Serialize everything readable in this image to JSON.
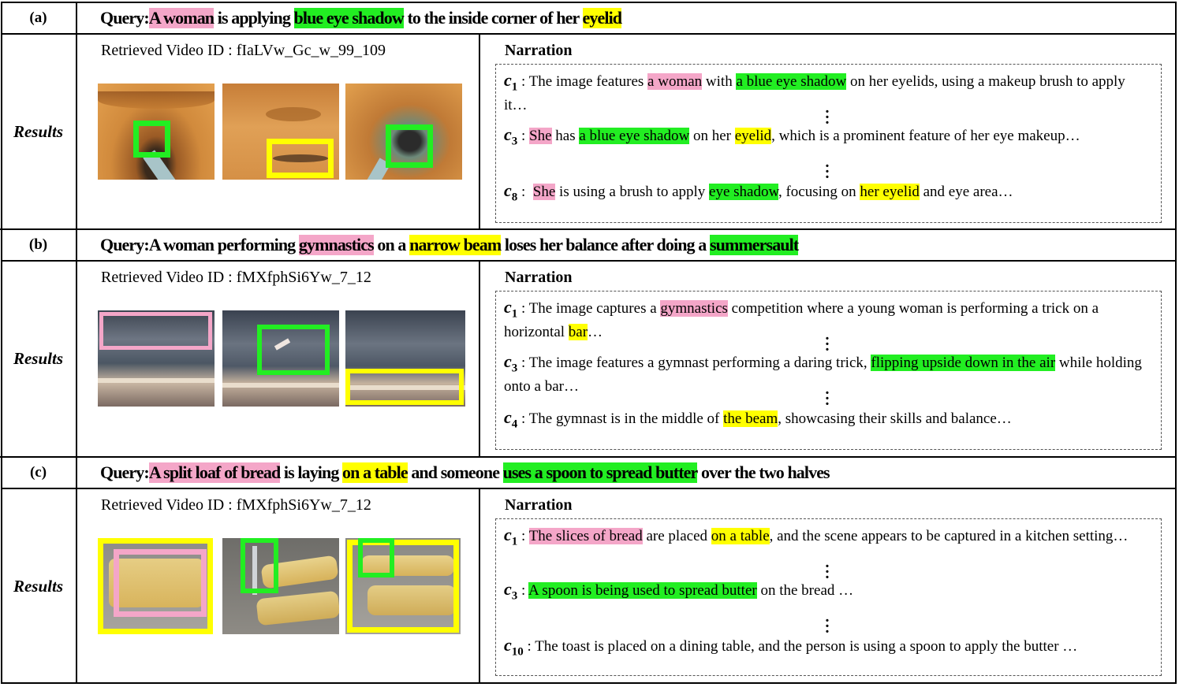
{
  "sections": [
    {
      "label": "(a)",
      "query": {
        "prefix": "Query: ",
        "p1": "A woman",
        "t1": " is applying ",
        "g1": "blue eye shadow",
        "t2": " to the inside corner of her ",
        "y1": "eyelid"
      },
      "results_label": "Results",
      "video_id": "Retrieved Video ID : fIaLVw_Gc_w_99_109",
      "narration_title": "Narration",
      "captions": [
        {
          "cap": "c",
          "sub": "1",
          "sep": " : ",
          "a": "The image features ",
          "h1": "a woman",
          "b": " with ",
          "h2": "a blue eye shadow",
          "c": " on her eyelids, using a makeup brush to apply it…"
        },
        {
          "cap": "c",
          "sub": "3",
          "sep": " : ",
          "h1": "She",
          "a": " has ",
          "h2": "a blue eye shadow",
          "b": " on her ",
          "h3": "eyelid",
          "c": ", which is a prominent feature of her eye makeup…"
        },
        {
          "cap": "c",
          "sub": "8",
          "sep": " :  ",
          "h1": "She",
          "a": " is using a brush to apply ",
          "h2": "eye shadow",
          "b": ", focusing on ",
          "h3": "her eyelid",
          "c": " and eye area…"
        }
      ]
    },
    {
      "label": "(b)",
      "query": {
        "prefix": "Query: ",
        "t0": "A woman performing ",
        "p1": "gymnastics",
        "t1": " on a ",
        "y1": "narrow beam",
        "t2": " loses her balance after doing a ",
        "g1": "summersault"
      },
      "results_label": "Results",
      "video_id": "Retrieved Video ID : fMXfphSi6Yw_7_12",
      "narration_title": "Narration",
      "captions": [
        {
          "cap": "c",
          "sub": "1",
          "sep": " : ",
          "a": "The image captures a ",
          "h1": "gymnastics",
          "b": " competition where a young woman is performing a trick on a horizontal ",
          "h2": "bar",
          "c": "…"
        },
        {
          "cap": "c",
          "sub": "3",
          "sep": " : ",
          "a": "The image features a gymnast performing a daring trick, ",
          "h1": "flipping upside down in the air",
          "b": " while holding onto a bar…"
        },
        {
          "cap": "c",
          "sub": "4",
          "sep": " : ",
          "a": "The gymnast is in the middle of ",
          "h1": "the beam",
          "b": ", showcasing their skills and balance…"
        }
      ]
    },
    {
      "label": "(c)",
      "query": {
        "prefix": "Query: ",
        "p1": "A split loaf of bread",
        "t1": " is laying ",
        "y1": "on a table",
        "t2": " and someone ",
        "g1": "uses a spoon to spread butter",
        "t3": " over the two halves"
      },
      "results_label": "Results",
      "video_id": "Retrieved Video ID : fMXfphSi6Yw_7_12",
      "narration_title": "Narration",
      "captions": [
        {
          "cap": "c",
          "sub": "1",
          "sep": " : ",
          "h1": "The slices of bread",
          "a": " are placed ",
          "h2": "on a table",
          "b": ", and the scene appears to be captured in a kitchen setting…"
        },
        {
          "cap": "c",
          "sub": "3",
          "sep": " : ",
          "h1": "A spoon is being used to spread butter",
          "a": " on the bread …"
        },
        {
          "cap": "c",
          "sub": "10",
          "sep": " : ",
          "a": "The toast is placed on a dining table, and the person is using a spoon to apply the butter …"
        }
      ]
    }
  ],
  "colors": {
    "pink": "#f4a6c8",
    "green": "#22ee22",
    "yellow": "#ffff00"
  }
}
